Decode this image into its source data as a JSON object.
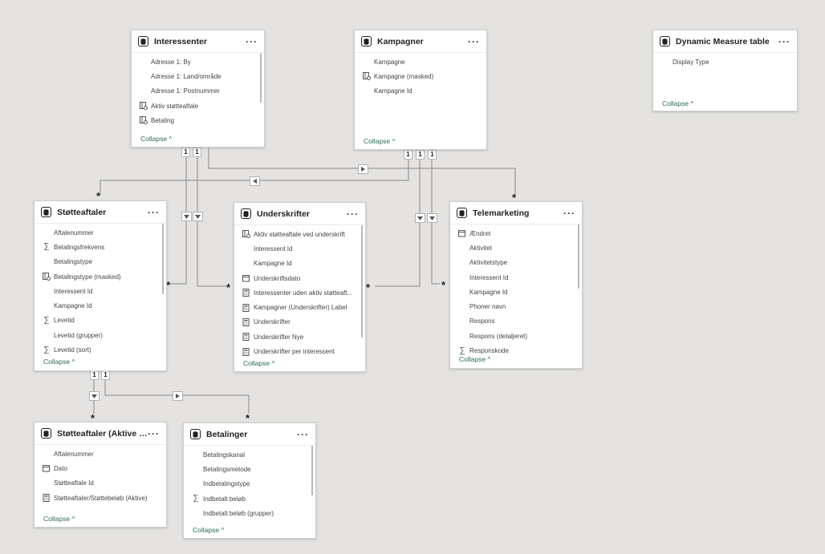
{
  "tables": {
    "interessenter": {
      "title": "Interessenter",
      "fields": [
        {
          "label": "Adresse 1: By",
          "icon": "none"
        },
        {
          "label": "Adresse 1: Land/område",
          "icon": "none"
        },
        {
          "label": "Adresse 1: Postnummer",
          "icon": "none"
        },
        {
          "label": "Aktiv støtteaftale",
          "icon": "masked-column-icon"
        },
        {
          "label": "Betaling",
          "icon": "masked-column-icon"
        }
      ],
      "collapse": "Collapse"
    },
    "kampagner": {
      "title": "Kampagner",
      "fields": [
        {
          "label": "Kampagne",
          "icon": "none"
        },
        {
          "label": "Kampagne (masked)",
          "icon": "masked-column-icon"
        },
        {
          "label": "Kampagne Id",
          "icon": "none"
        }
      ],
      "collapse": "Collapse"
    },
    "dynamic": {
      "title": "Dynamic Measure table",
      "fields": [
        {
          "label": "Display Type",
          "icon": "none"
        }
      ],
      "collapse": "Collapse"
    },
    "stotteaftaler": {
      "title": "Støtteaftaler",
      "fields": [
        {
          "label": "Aftalenummer",
          "icon": "none"
        },
        {
          "label": "Betalingsfrekvens",
          "icon": "sigma-icon"
        },
        {
          "label": "Betalingstype",
          "icon": "none"
        },
        {
          "label": "Betalingstype (masked)",
          "icon": "masked-column-icon"
        },
        {
          "label": "Interessent Id",
          "icon": "none"
        },
        {
          "label": "Kampagne Id",
          "icon": "none"
        },
        {
          "label": "Levetid",
          "icon": "sigma-icon"
        },
        {
          "label": "Levetid (grupper)",
          "icon": "none"
        },
        {
          "label": "Levetid (sort)",
          "icon": "sigma-icon"
        }
      ],
      "collapse": "Collapse"
    },
    "underskrifter": {
      "title": "Underskrifter",
      "fields": [
        {
          "label": "Aktiv støtteaftale ved underskrift",
          "icon": "masked-column-icon"
        },
        {
          "label": "Interessent Id",
          "icon": "none"
        },
        {
          "label": "Kampagne Id",
          "icon": "none"
        },
        {
          "label": "Underskriftsdato",
          "icon": "calendar-icon"
        },
        {
          "label": "Interessenter uden aktiv støtteaft...",
          "icon": "calculator-icon"
        },
        {
          "label": "Kampagner (Underskrifter) Label",
          "icon": "calculator-icon"
        },
        {
          "label": "Underskrifter",
          "icon": "calculator-icon"
        },
        {
          "label": "Underskrifter Nye",
          "icon": "calculator-icon"
        },
        {
          "label": "Underskrifter per interessent",
          "icon": "calculator-icon"
        }
      ],
      "collapse": "Collapse"
    },
    "telemarketing": {
      "title": "Telemarketing",
      "fields": [
        {
          "label": "Ændret",
          "icon": "calendar-icon"
        },
        {
          "label": "Aktivitet",
          "icon": "none"
        },
        {
          "label": "Aktivitetstype",
          "icon": "none"
        },
        {
          "label": "Interessent Id",
          "icon": "none"
        },
        {
          "label": "Kampagne Id",
          "icon": "none"
        },
        {
          "label": "Phoner navn",
          "icon": "none"
        },
        {
          "label": "Respons",
          "icon": "none"
        },
        {
          "label": "Respons (detaljeret)",
          "icon": "none"
        },
        {
          "label": "Responskode",
          "icon": "sigma-icon"
        }
      ],
      "collapse": "Collapse"
    },
    "stotteaftaler_aktive": {
      "title": "Støtteaftaler (Aktive dat...",
      "fields": [
        {
          "label": "Aftalenummer",
          "icon": "none"
        },
        {
          "label": "Dato",
          "icon": "calendar-icon"
        },
        {
          "label": "Støtteaftale Id",
          "icon": "none"
        },
        {
          "label": "Støtteaftaler/Støttebeløb (Aktive)",
          "icon": "calculator-icon"
        }
      ],
      "collapse": "Collapse"
    },
    "betalinger": {
      "title": "Betalinger",
      "fields": [
        {
          "label": "Betalingskanal",
          "icon": "none"
        },
        {
          "label": "Betalingsmetode",
          "icon": "none"
        },
        {
          "label": "Indbetalingstype",
          "icon": "none"
        },
        {
          "label": "Indbetalt beløb",
          "icon": "sigma-icon"
        },
        {
          "label": "Indbetalt beløb (grupper)",
          "icon": "none"
        }
      ],
      "collapse": "Collapse"
    }
  },
  "cardinality": {
    "one": "1",
    "many": "*"
  },
  "more_glyph": "···",
  "collapse_glyph": "^",
  "colors": {
    "canvas": "#e4e3e1",
    "line": "#8a8a8a",
    "link": "#2b6b5b"
  }
}
